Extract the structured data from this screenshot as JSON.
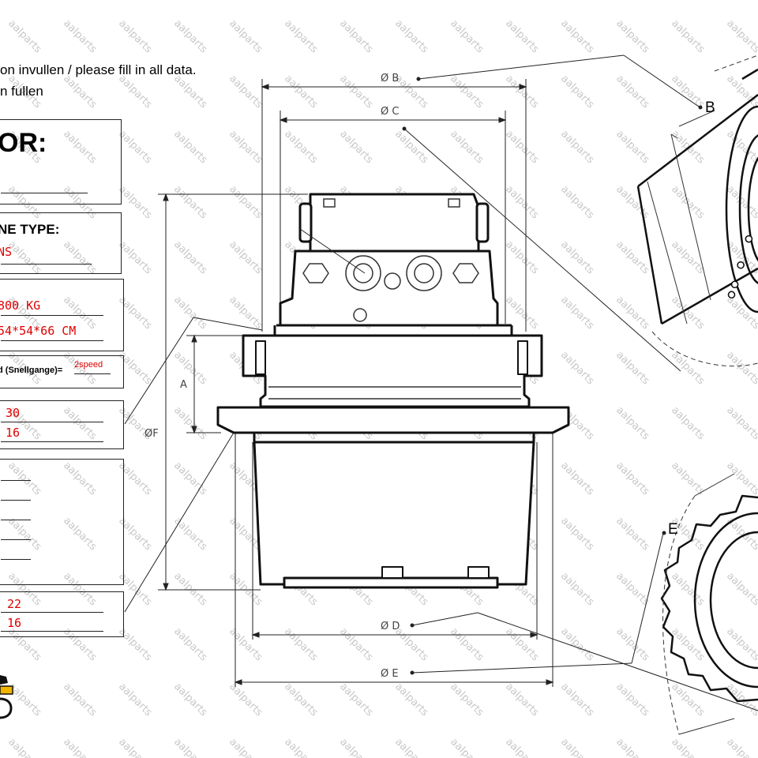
{
  "instructions": {
    "line1": "on invullen / please fill in all data.",
    "line2": "n fullen"
  },
  "form": {
    "vendor_label": "OR:",
    "machine_type_label": "NE TYPE:",
    "machine_type_value": "NS",
    "weight_value": "800 KG",
    "size_value": "54*54*66 CM",
    "speed_label": "d (Snellgange)=",
    "speed_value": "2speed",
    "bolts1": [
      "30",
      "16"
    ],
    "bolts2": [
      "22",
      "16"
    ]
  },
  "dimensions": {
    "b": "Ø B",
    "c": "Ø C",
    "a": "A",
    "f": "ØF",
    "d": "Ø D",
    "e": "Ø E"
  },
  "callouts": {
    "b": "B",
    "e": "E"
  },
  "watermark": "aalparts",
  "colors": {
    "ink": "#222222",
    "accent": "#e10000",
    "watermark": "#c8c8c8"
  }
}
